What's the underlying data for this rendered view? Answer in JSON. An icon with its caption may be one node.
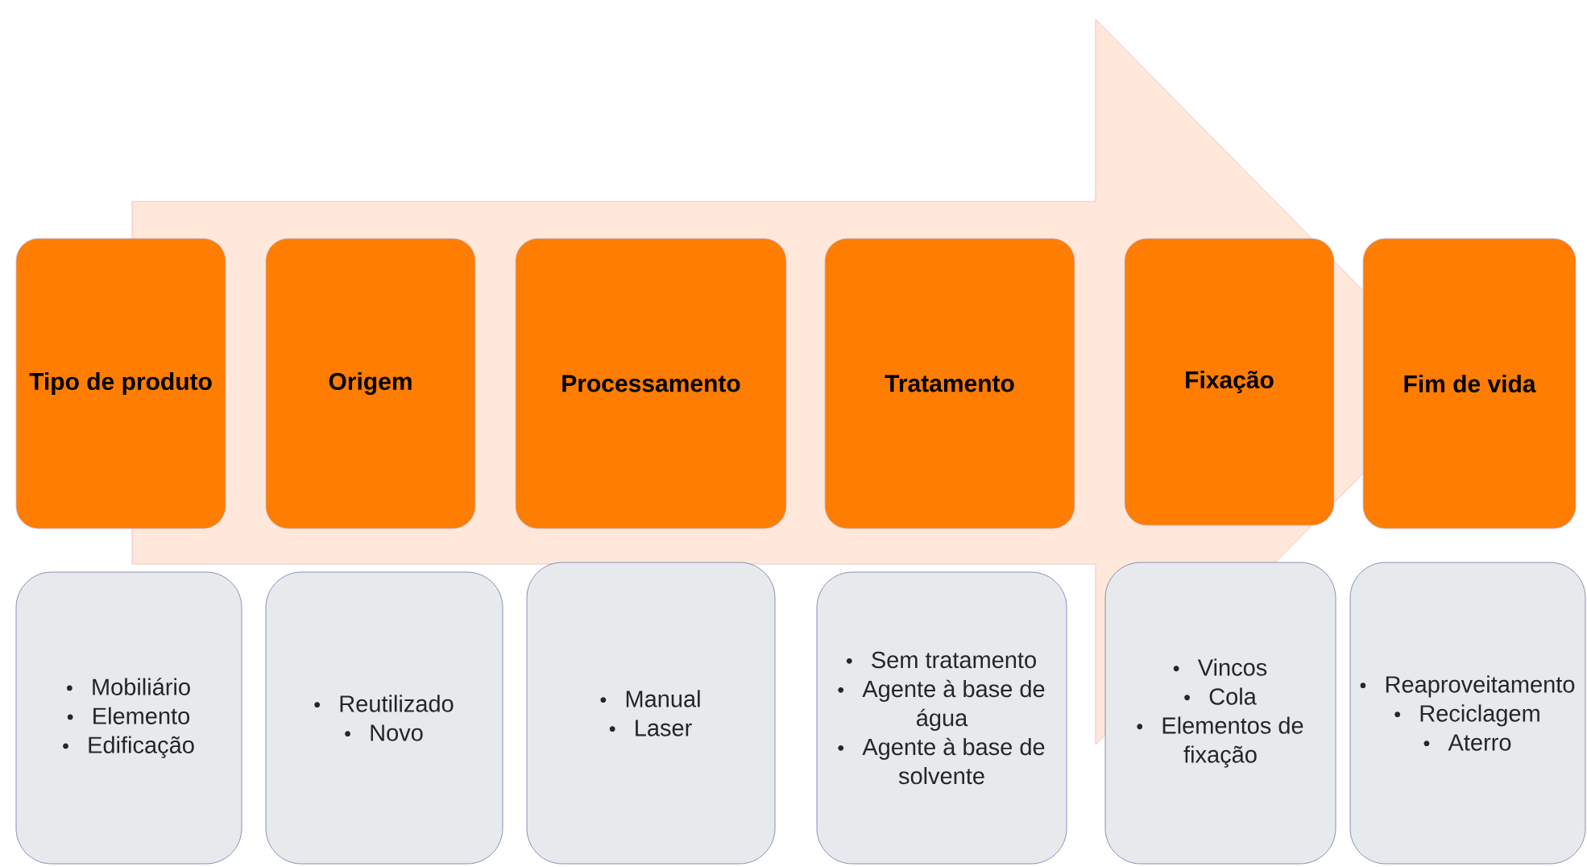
{
  "diagram": {
    "nodes": [
      {
        "text": [
          "Tipo de produto"
        ]
      },
      {
        "text": [
          "Origem"
        ]
      },
      {
        "text": [
          "Processamento"
        ]
      },
      {
        "text": [
          "Tratamento"
        ]
      },
      {
        "text": [
          "Fixação"
        ]
      },
      {
        "text": [
          "Fim de vida"
        ]
      },
      {
        "text": [
          "Mobiliário",
          "Elemento",
          "Edificação"
        ]
      },
      {
        "text": [
          "Reutilizado",
          "Novo"
        ]
      },
      {
        "text": [
          "Manual",
          "Laser"
        ]
      },
      {
        "text": [
          "Sem tratamento",
          "Agente à base de água",
          "Agente à base de solvente"
        ]
      },
      {
        "text": [
          "Vincos",
          "Cola",
          "Elementos de fixação"
        ]
      },
      {
        "text": [
          "Reaproveitamento",
          "Reciclagem",
          "Aterro"
        ]
      }
    ],
    "edges": [
      {
        "from": 0,
        "to": 5,
        "arrow": "to"
      }
    ]
  }
}
